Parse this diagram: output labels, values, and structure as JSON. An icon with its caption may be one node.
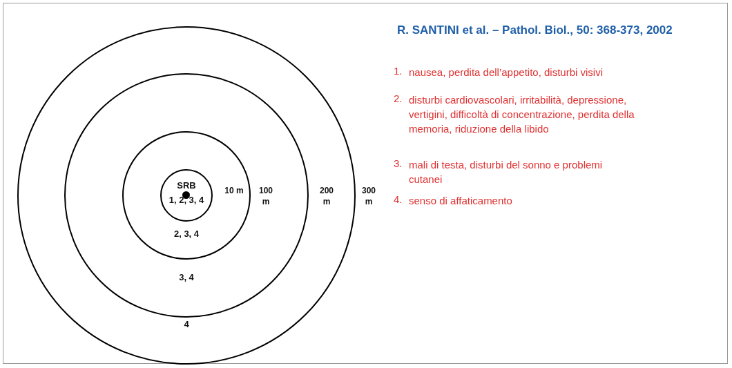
{
  "diagram": {
    "title": "R. SANTINI et al. – Pathol. Biol., 50: 368-373, 2002",
    "nodes": [
      {
        "text": [
          "4"
        ]
      },
      {
        "text": [
          "3, 4"
        ],
        "in": 0
      },
      {
        "text": [
          "2, 3, 4"
        ],
        "in": 1
      },
      {
        "text": [
          "SRB",
          "1, 2, 3, 4"
        ],
        "in": 2
      }
    ],
    "edges": [],
    "labels": [
      "10 m",
      "100 m",
      "200 m",
      "300 m",
      "1.",
      "nausea, perdita dell’appetito, disturbi visivi",
      "2.",
      "disturbi cardiovascolari, irritabilità, depressione, vertigini, difficoltà di concentrazione, perdita della memoria, riduzione della libido",
      "3.",
      "mali di testa, disturbi del sonno e problemi cutanei",
      "4.",
      "senso di affaticamento"
    ]
  }
}
